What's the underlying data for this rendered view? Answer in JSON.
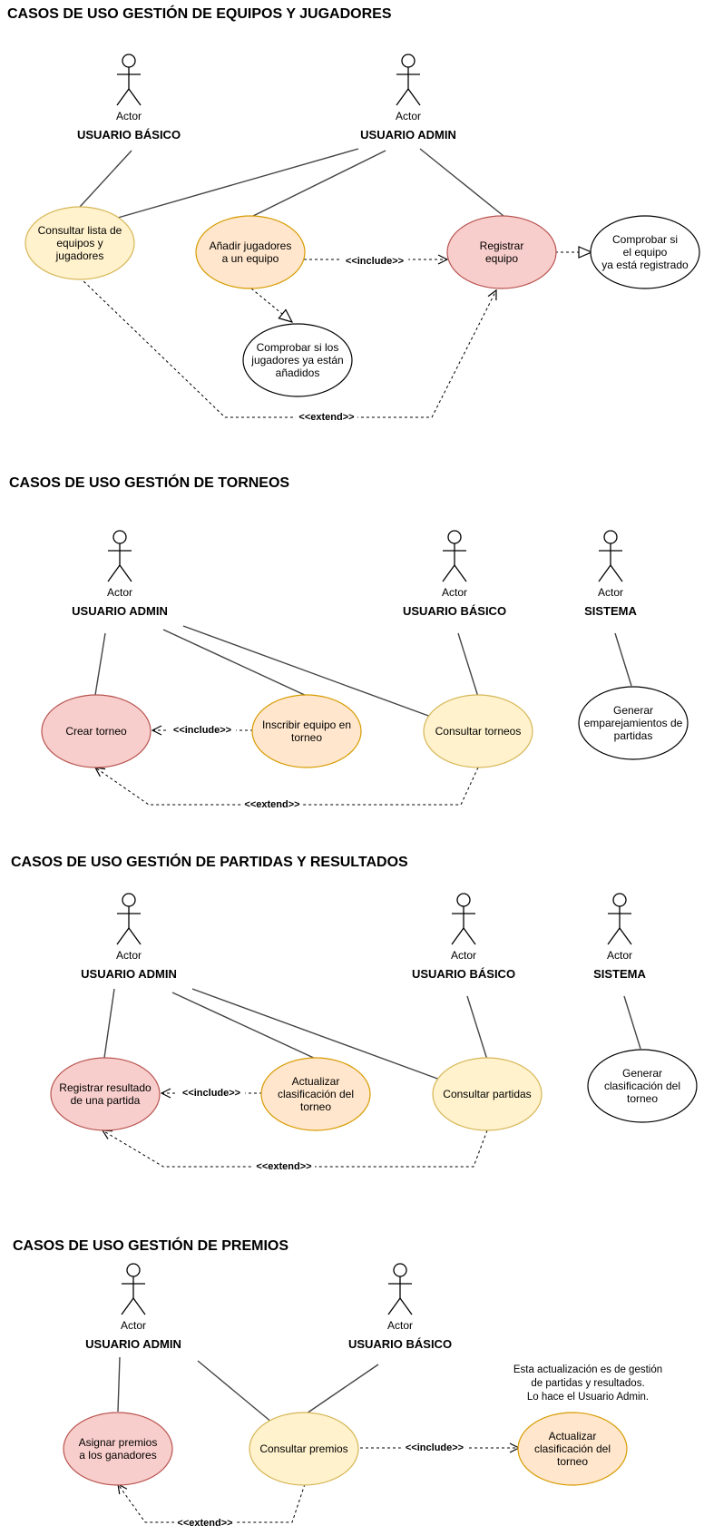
{
  "colors": {
    "red_fill": "#f8cecc",
    "red_stroke": "#b85450",
    "orange_fill": "#ffe6cc",
    "orange_stroke": "#d79b00",
    "yellow_fill": "#fff2cc",
    "yellow_stroke": "#d6b656",
    "white_fill": "#ffffff",
    "white_stroke": "#000000"
  },
  "actor_caption": "Actor",
  "sections": {
    "equipos": {
      "title": "CASOS DE USO GESTIÓN DE EQUIPOS Y JUGADORES",
      "actor_basico": "USUARIO BÁSICO",
      "actor_admin": "USUARIO ADMIN",
      "uc_consultar": [
        "Consultar lista de",
        "equipos y",
        "jugadores"
      ],
      "uc_anadir": [
        "Añadir jugadores",
        "a un equipo"
      ],
      "uc_registrar": [
        "Registrar",
        "equipo"
      ],
      "uc_comprobar_equipo": [
        "Comprobar si",
        "el equipo",
        "ya está registrado"
      ],
      "uc_comprobar_jugadores": [
        "Comprobar si los",
        "jugadores ya están",
        "añadidos"
      ],
      "include_label": "<<include>>",
      "extend_label": "<<extend>>"
    },
    "torneos": {
      "title": "CASOS DE USO GESTIÓN DE TORNEOS",
      "actor_admin": "USUARIO ADMIN",
      "actor_basico": "USUARIO BÁSICO",
      "actor_sistema": "SISTEMA",
      "uc_crear": [
        "Crear torneo"
      ],
      "uc_inscribir": [
        "Inscribir equipo en",
        "torneo"
      ],
      "uc_consultar": [
        "Consultar torneos"
      ],
      "uc_generar": [
        "Generar",
        "emparejamientos de",
        "partidas"
      ],
      "include_label": "<<include>>",
      "extend_label": "<<extend>>"
    },
    "partidas": {
      "title": "CASOS DE USO GESTIÓN DE PARTIDAS Y RESULTADOS",
      "actor_admin": "USUARIO ADMIN",
      "actor_basico": "USUARIO BÁSICO",
      "actor_sistema": "SISTEMA",
      "uc_registrar": [
        "Registrar resultado",
        "de una partida"
      ],
      "uc_actualizar": [
        "Actualizar",
        "clasificación del",
        "torneo"
      ],
      "uc_consultar": [
        "Consultar partidas"
      ],
      "uc_generar": [
        "Generar",
        "clasificación del",
        "torneo"
      ],
      "include_label": "<<include>>",
      "extend_label": "<<extend>>"
    },
    "premios": {
      "title": "CASOS DE USO GESTIÓN DE PREMIOS",
      "actor_admin": "USUARIO ADMIN",
      "actor_basico": "USUARIO BÁSICO",
      "uc_asignar": [
        "Asignar premios",
        "a los ganadores"
      ],
      "uc_consultar": [
        "Consultar premios"
      ],
      "uc_actualizar": [
        "Actualizar",
        "clasificación del",
        "torneo"
      ],
      "note": [
        "Esta actualización es de gestión",
        "de partidas y resultados.",
        "Lo hace el Usuario Admin."
      ],
      "include_label": "<<include>>",
      "extend_label": "<<extend>>"
    }
  }
}
